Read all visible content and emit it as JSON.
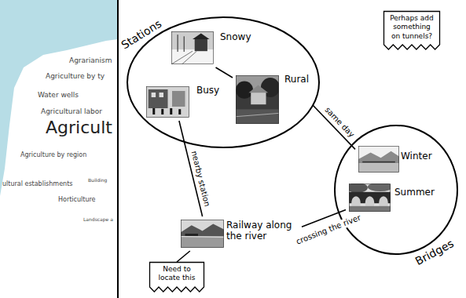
{
  "diagram": {
    "nodes": [
      {
        "text": [
          "Stations"
        ]
      },
      {
        "text": [
          "Snowy"
        ],
        "in": 0
      },
      {
        "text": [
          "Rural"
        ],
        "in": 0
      },
      {
        "text": [
          "Busy"
        ],
        "in": 0
      },
      {
        "text": [
          "Perhaps add something on tunnels?"
        ]
      },
      {
        "text": [
          "Bridges"
        ]
      },
      {
        "text": [
          "Winter"
        ],
        "in": 5
      },
      {
        "text": [
          "Summer"
        ],
        "in": 5
      },
      {
        "text": [
          "Railway along the river"
        ]
      },
      {
        "text": [
          "Need to locate this"
        ]
      }
    ],
    "edges": [
      {
        "from": 1,
        "to": 2,
        "arrow": "none"
      },
      {
        "from": 2,
        "to": 6,
        "arrow": "none",
        "label": "same day"
      },
      {
        "from": 3,
        "to": 8,
        "arrow": "none",
        "label": "nearby station"
      },
      {
        "from": 8,
        "to": 7,
        "arrow": "none",
        "label": "crossing the river"
      },
      {
        "from": 9,
        "to": 8,
        "arrow": "none"
      }
    ],
    "labels": [
      "Agrarianism",
      "Agriculture by ty",
      "Water wells",
      "Agricultural labor",
      "Agricult",
      "Agriculture by region",
      "ultural establishments",
      "Building",
      "Horticulture",
      "Landscape a"
    ]
  }
}
